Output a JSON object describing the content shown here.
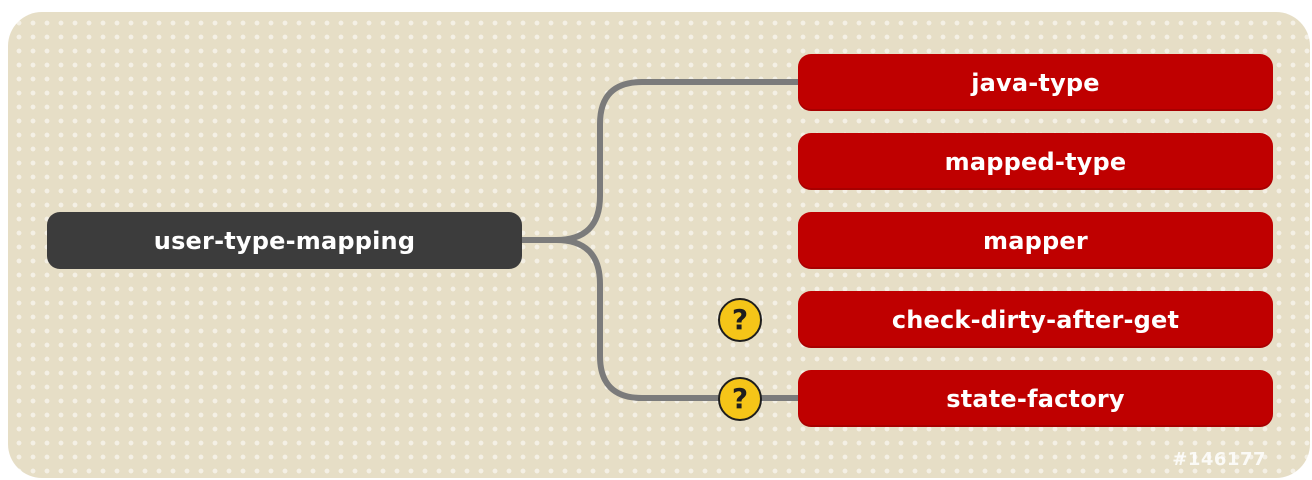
{
  "root": {
    "label": "user-type-mapping"
  },
  "children": [
    {
      "label": "java-type",
      "optional": false,
      "connected": true
    },
    {
      "label": "mapped-type",
      "optional": false,
      "connected": false
    },
    {
      "label": "mapper",
      "optional": false,
      "connected": false
    },
    {
      "label": "check-dirty-after-get",
      "optional": true,
      "connected": false
    },
    {
      "label": "state-factory",
      "optional": true,
      "connected": true
    }
  ],
  "optional_marker": "?",
  "image_id": "#146177",
  "colors": {
    "background": "#e6dec6",
    "root_node": "#3c3c3c",
    "child_node": "#bf0000",
    "connector": "#7b7b7b",
    "optional_badge": "#f5c518"
  }
}
